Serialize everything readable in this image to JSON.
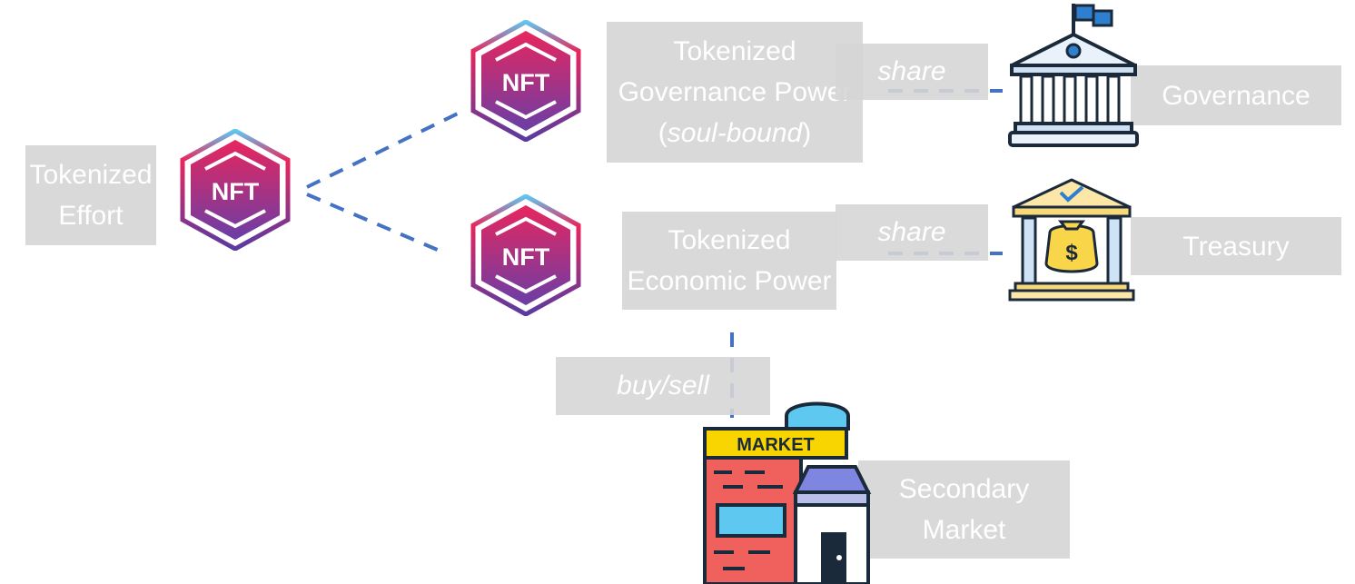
{
  "nodes": {
    "effort": {
      "line1": "Tokenized",
      "line2": "Effort"
    },
    "governance_power": {
      "line1": "Tokenized",
      "line2": "Governance Power",
      "line3_open": "(",
      "line3_italic": "soul-bound",
      "line3_close": ")"
    },
    "economic_power": {
      "line1": "Tokenized",
      "line2": "Economic Power"
    },
    "governance": {
      "label": "Governance"
    },
    "treasury": {
      "label": "Treasury"
    },
    "secondary_market": {
      "line1": "Secondary",
      "line2": "Market"
    }
  },
  "edges": {
    "share_governance": "share",
    "share_treasury": "share",
    "buy_sell": "buy/sell"
  },
  "icons": {
    "nft_badge_text": "NFT",
    "market_sign_text": "MARKET",
    "treasury_currency": "$"
  },
  "colors": {
    "connector": "#4472c4",
    "nft_pink": "#e8265e",
    "nft_purple": "#5a3aa0",
    "nft_cyan": "#5ec8f0"
  }
}
